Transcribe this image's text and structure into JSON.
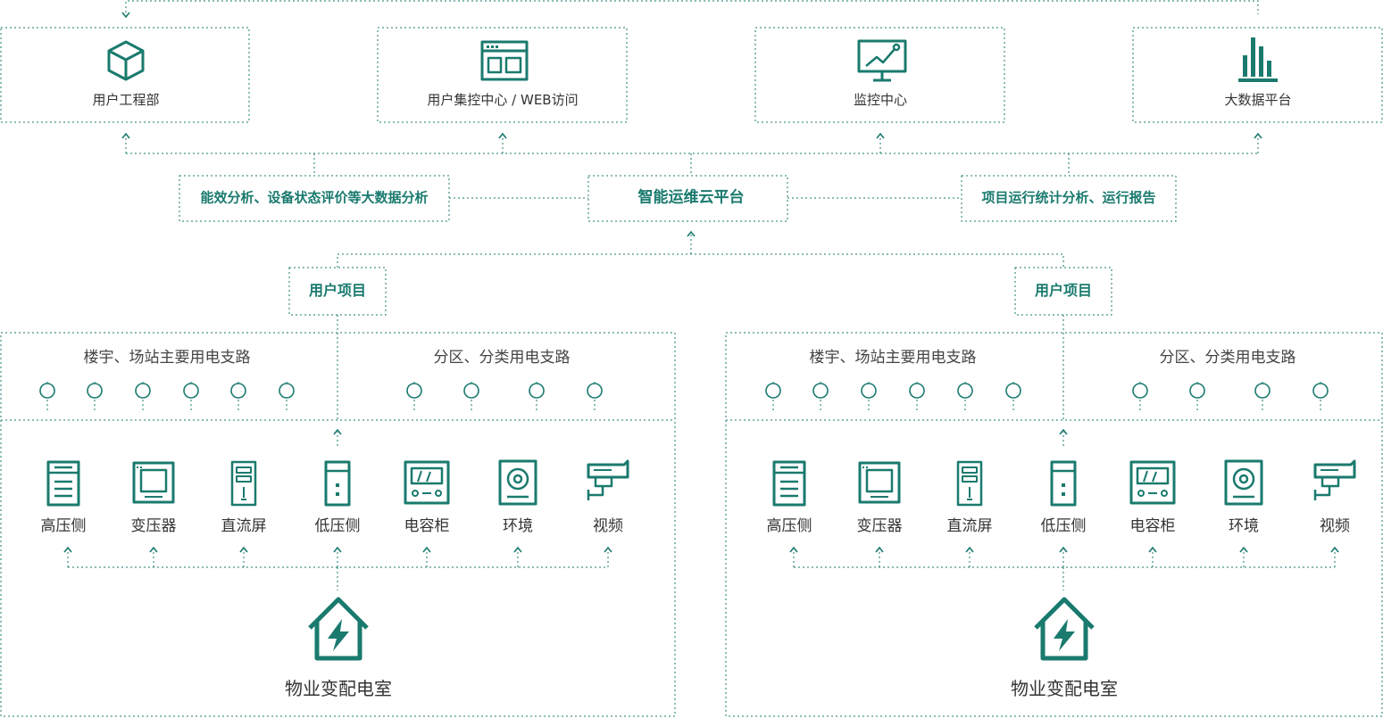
{
  "top_targets": [
    {
      "label": "用户工程部",
      "icon": "cube-icon"
    },
    {
      "label": "用户集控中心 / WEB访问",
      "icon": "browser-window-icon"
    },
    {
      "label": "监控中心",
      "icon": "monitor-chart-icon"
    },
    {
      "label": "大数据平台",
      "icon": "bar-chart-icon"
    }
  ],
  "platform": {
    "left_label": "能效分析、设备状态评价等大数据分析",
    "center_label": "智能运维云平台",
    "right_label": "项目运行统计分析、运行报告"
  },
  "projects": [
    {
      "title": "用户项目",
      "branch_main_label": "楼宇、场站主要用电支路",
      "branch_zone_label": "分区、分类用电支路",
      "devices": [
        {
          "label": "高压侧",
          "icon": "high-voltage-cabinet-icon"
        },
        {
          "label": "变压器",
          "icon": "transformer-icon"
        },
        {
          "label": "直流屏",
          "icon": "dc-panel-icon"
        },
        {
          "label": "低压侧",
          "icon": "low-voltage-cabinet-icon"
        },
        {
          "label": "电容柜",
          "icon": "capacitor-meter-icon"
        },
        {
          "label": "环境",
          "icon": "environment-sensor-icon"
        },
        {
          "label": "视频",
          "icon": "cctv-camera-icon"
        }
      ],
      "room_label": "物业变配电室",
      "room_icon": "house-power-icon"
    },
    {
      "title": "用户项目",
      "branch_main_label": "楼宇、场站主要用电支路",
      "branch_zone_label": "分区、分类用电支路",
      "devices": [
        {
          "label": "高压侧",
          "icon": "high-voltage-cabinet-icon"
        },
        {
          "label": "变压器",
          "icon": "transformer-icon"
        },
        {
          "label": "直流屏",
          "icon": "dc-panel-icon"
        },
        {
          "label": "低压侧",
          "icon": "low-voltage-cabinet-icon"
        },
        {
          "label": "电容柜",
          "icon": "capacitor-meter-icon"
        },
        {
          "label": "环境",
          "icon": "environment-sensor-icon"
        },
        {
          "label": "视频",
          "icon": "cctv-camera-icon"
        }
      ],
      "room_label": "物业变配电室",
      "room_icon": "house-power-icon"
    }
  ],
  "colors": {
    "accent": "#1a7a6e",
    "text": "#333333"
  }
}
